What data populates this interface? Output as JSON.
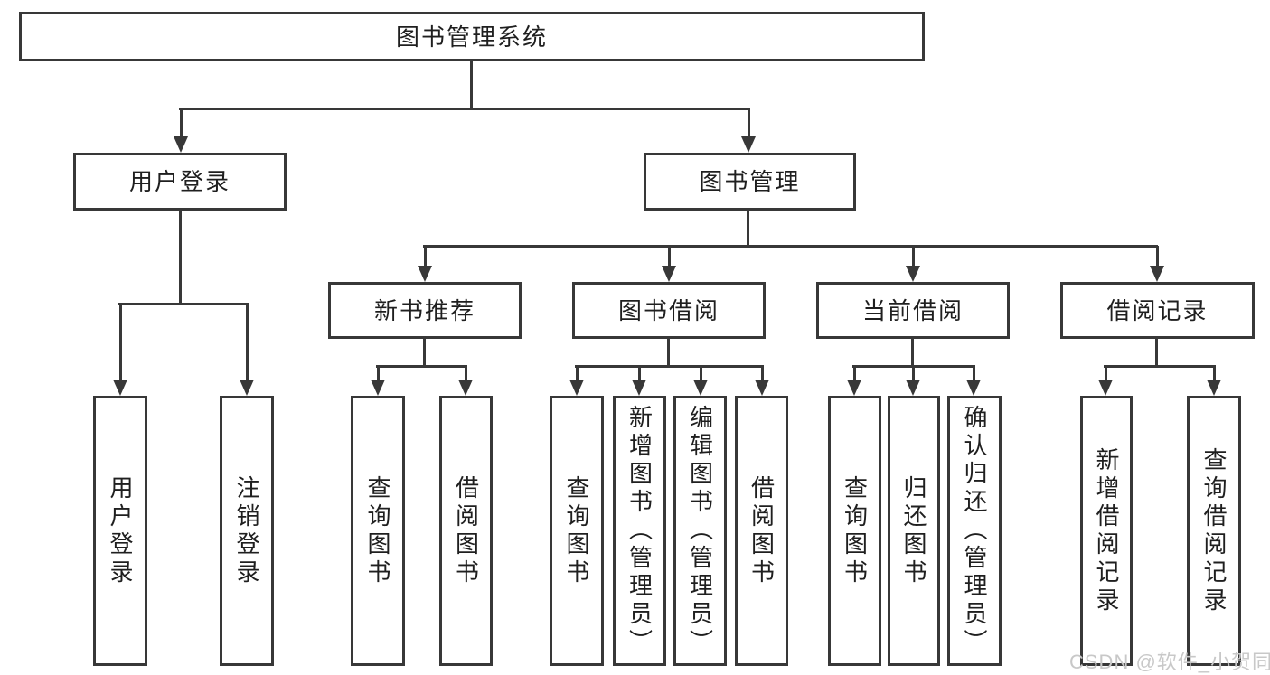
{
  "nodes": {
    "root": {
      "label": "图书管理系统"
    },
    "user_login": {
      "label": "用户登录"
    },
    "book_mgmt": {
      "label": "图书管理"
    },
    "new_books": {
      "label": "新书推荐"
    },
    "book_borrow": {
      "label": "图书借阅"
    },
    "current_borrow": {
      "label": "当前借阅"
    },
    "borrow_records": {
      "label": "借阅记录"
    },
    "ul_login": {
      "label": "用户登录"
    },
    "ul_logout": {
      "label": "注销登录"
    },
    "nb_query": {
      "label": "查询图书"
    },
    "nb_borrow": {
      "label": "借阅图书"
    },
    "bb_query": {
      "label": "查询图书"
    },
    "bb_add": {
      "label": "新增图书（管理员）"
    },
    "bb_edit": {
      "label": "编辑图书（管理员）"
    },
    "bb_borrow": {
      "label": "借阅图书"
    },
    "cb_query": {
      "label": "查询图书"
    },
    "cb_return": {
      "label": "归还图书"
    },
    "cb_confirm": {
      "label": "确认归还（管理员）"
    },
    "br_add": {
      "label": "新增借阅记录"
    },
    "br_query": {
      "label": "查询借阅记录"
    }
  },
  "hierarchy": {
    "图书管理系统": {
      "用户登录": [
        "用户登录",
        "注销登录"
      ],
      "图书管理": {
        "新书推荐": [
          "查询图书",
          "借阅图书"
        ],
        "图书借阅": [
          "查询图书",
          "新增图书（管理员）",
          "编辑图书（管理员）",
          "借阅图书"
        ],
        "当前借阅": [
          "查询图书",
          "归还图书",
          "确认归还（管理员）"
        ],
        "借阅记录": [
          "新增借阅记录",
          "查询借阅记录"
        ]
      }
    }
  },
  "watermark": {
    "text": "CSDN @软件_小贺同学"
  },
  "colors": {
    "line": "#383838",
    "box_border": "#383838",
    "text": "#1f1f1f",
    "watermark": "#c8c8c8",
    "background": "#ffffff"
  }
}
